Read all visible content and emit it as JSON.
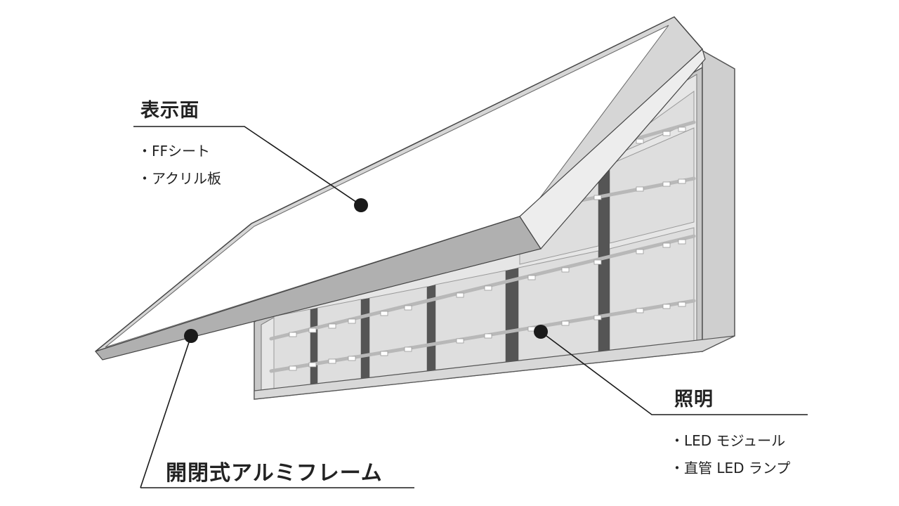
{
  "labels": {
    "display_surface": {
      "heading": "表示面",
      "items": [
        "FFシート",
        "アクリル板"
      ]
    },
    "lighting": {
      "heading": "照明",
      "items": [
        "LED モジュール",
        "直管 LED ランプ"
      ]
    },
    "frame": {
      "heading": "開閉式アルミフレーム"
    }
  },
  "colors": {
    "line": "#1a1a1a",
    "frame_light": "#e9e9e9",
    "frame_mid": "#c8c8c8",
    "frame_dark": "#8a8a8a",
    "panel": "#dcdcdc",
    "divider": "#555555",
    "led_strip": "#bfbfbf"
  }
}
